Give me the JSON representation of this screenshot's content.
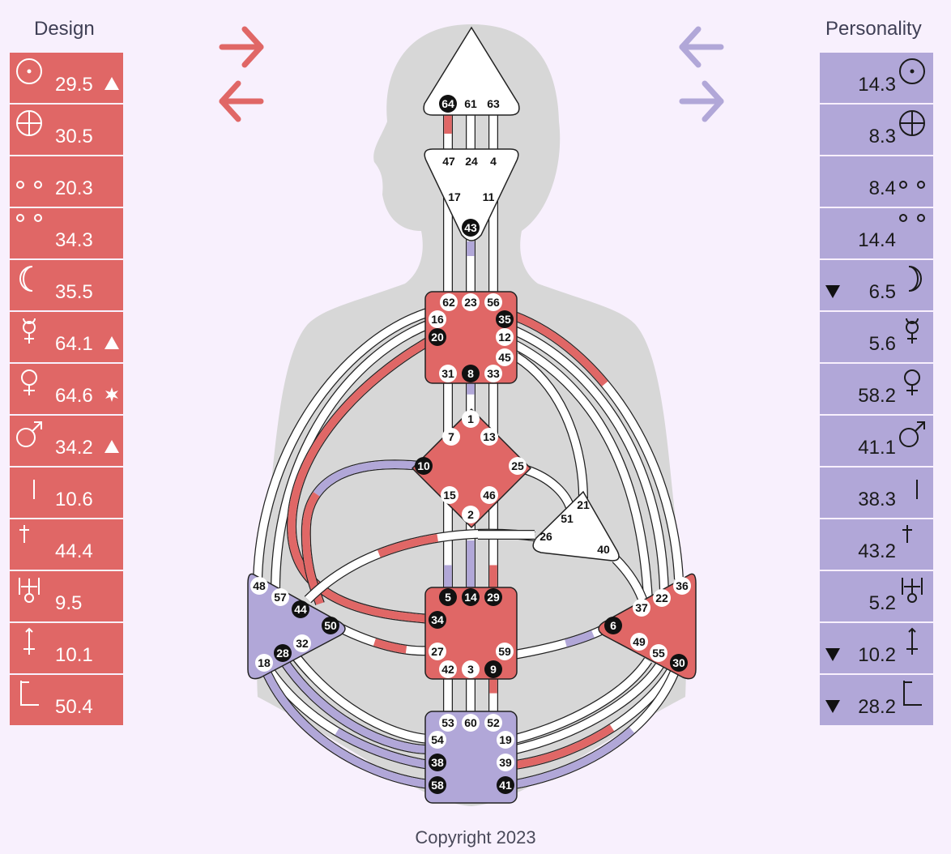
{
  "design": {
    "title": "Design",
    "color": "#e06766",
    "rows": [
      {
        "planet": "sun-icon",
        "value": "29.5",
        "mark": "triangle-up"
      },
      {
        "planet": "earth-icon",
        "value": "30.5",
        "mark": ""
      },
      {
        "planet": "north-node-icon",
        "value": "20.3",
        "mark": ""
      },
      {
        "planet": "south-node-icon",
        "value": "34.3",
        "mark": ""
      },
      {
        "planet": "moon-icon",
        "value": "35.5",
        "mark": ""
      },
      {
        "planet": "mercury-icon",
        "value": "64.1",
        "mark": "triangle-up"
      },
      {
        "planet": "venus-icon",
        "value": "64.6",
        "mark": "star"
      },
      {
        "planet": "mars-icon",
        "value": "34.2",
        "mark": "triangle-up"
      },
      {
        "planet": "jupiter-icon",
        "value": "10.6",
        "mark": ""
      },
      {
        "planet": "saturn-icon",
        "value": "44.4",
        "mark": ""
      },
      {
        "planet": "uranus-icon",
        "value": "9.5",
        "mark": ""
      },
      {
        "planet": "neptune-icon",
        "value": "10.1",
        "mark": ""
      },
      {
        "planet": "pluto-icon",
        "value": "50.4",
        "mark": ""
      }
    ]
  },
  "personality": {
    "title": "Personality",
    "color": "#b1a7d8",
    "rows": [
      {
        "planet": "sun-icon",
        "value": "14.3",
        "mark": ""
      },
      {
        "planet": "earth-icon",
        "value": "8.3",
        "mark": ""
      },
      {
        "planet": "north-node-icon",
        "value": "8.4",
        "mark": ""
      },
      {
        "planet": "south-node-icon",
        "value": "14.4",
        "mark": ""
      },
      {
        "planet": "moon-icon",
        "value": "6.5",
        "mark": "triangle-down"
      },
      {
        "planet": "mercury-icon",
        "value": "5.6",
        "mark": ""
      },
      {
        "planet": "venus-icon",
        "value": "58.2",
        "mark": ""
      },
      {
        "planet": "mars-icon",
        "value": "41.1",
        "mark": ""
      },
      {
        "planet": "jupiter-icon",
        "value": "38.3",
        "mark": ""
      },
      {
        "planet": "saturn-icon",
        "value": "43.2",
        "mark": ""
      },
      {
        "planet": "uranus-icon",
        "value": "5.2",
        "mark": ""
      },
      {
        "planet": "neptune-icon",
        "value": "10.2",
        "mark": "triangle-down"
      },
      {
        "planet": "pluto-icon",
        "value": "28.2",
        "mark": "triangle-down"
      }
    ]
  },
  "arrows": {
    "design": [
      "right",
      "left"
    ],
    "personality": [
      "left",
      "right"
    ]
  },
  "centers": {
    "head": {
      "gates": [
        "64",
        "61",
        "63"
      ],
      "defined": false
    },
    "ajna": {
      "gates": [
        "47",
        "24",
        "4",
        "17",
        "11",
        "43"
      ],
      "defined": false
    },
    "throat": {
      "gates": [
        "62",
        "23",
        "56",
        "16",
        "35",
        "20",
        "12",
        "45",
        "31",
        "8",
        "33"
      ],
      "defined": true,
      "color": "#e06766"
    },
    "g": {
      "gates": [
        "1",
        "7",
        "13",
        "10",
        "25",
        "15",
        "46",
        "2"
      ],
      "defined": true,
      "color": "#e06766"
    },
    "heart": {
      "gates": [
        "21",
        "51",
        "26",
        "40"
      ],
      "defined": false
    },
    "sacral": {
      "gates": [
        "5",
        "14",
        "29",
        "34",
        "27",
        "59",
        "42",
        "3",
        "9"
      ],
      "defined": true,
      "color": "#e06766"
    },
    "spleen": {
      "gates": [
        "48",
        "57",
        "44",
        "50",
        "32",
        "28",
        "18"
      ],
      "defined": true,
      "color": "#b1a7d8"
    },
    "solar_plexus": {
      "gates": [
        "36",
        "22",
        "37",
        "6",
        "49",
        "55",
        "30"
      ],
      "defined": true,
      "color": "#e06766"
    },
    "root": {
      "gates": [
        "53",
        "60",
        "52",
        "54",
        "19",
        "38",
        "39",
        "58",
        "41"
      ],
      "defined": true,
      "color": "#b1a7d8"
    }
  },
  "active_gates": [
    "64",
    "43",
    "35",
    "20",
    "8",
    "10",
    "5",
    "14",
    "29",
    "34",
    "9",
    "44",
    "50",
    "28",
    "6",
    "30",
    "38",
    "58",
    "41"
  ],
  "copyright": "Copyright 2023"
}
